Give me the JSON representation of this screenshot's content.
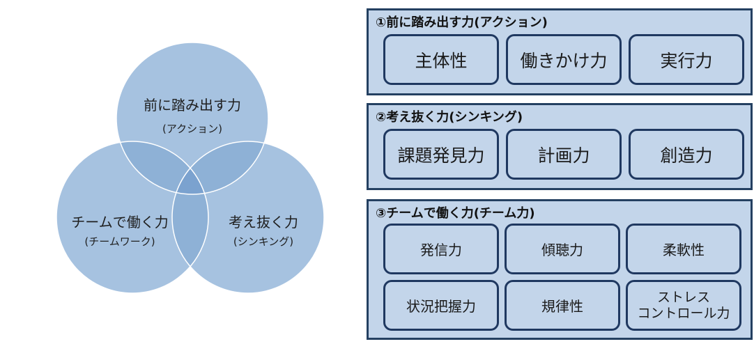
{
  "venn": {
    "top": {
      "title": "前に踏み出す力",
      "sub": "(アクション)"
    },
    "left": {
      "title": "チームで働く力",
      "sub": "(チームワーク)"
    },
    "right": {
      "title": "考え抜く力",
      "sub": "(シンキング)"
    },
    "colors": {
      "circle": "#a6c2e0",
      "overlap2": "#8eb1d6",
      "overlap3": "#6e98c9",
      "stroke": "#ffffff"
    }
  },
  "panels": [
    {
      "title": "①前に踏み出す力(アクション)",
      "items": [
        "主体性",
        "働きかけ力",
        "実行力"
      ]
    },
    {
      "title": "②考え抜く力(シンキング)",
      "items": [
        "課題発見力",
        "計画力",
        "創造力"
      ]
    },
    {
      "title": "③チームで働く力(チーム力)",
      "items": [
        "発信力",
        "傾聴力",
        "柔軟性",
        "状況把握力",
        "規律性"
      ],
      "item_two_line": [
        "ストレス",
        "コントロール力"
      ]
    }
  ],
  "colors": {
    "panel_bg": "#c3d5ea",
    "panel_border": "#244061",
    "pill_border": "#1f3860"
  }
}
